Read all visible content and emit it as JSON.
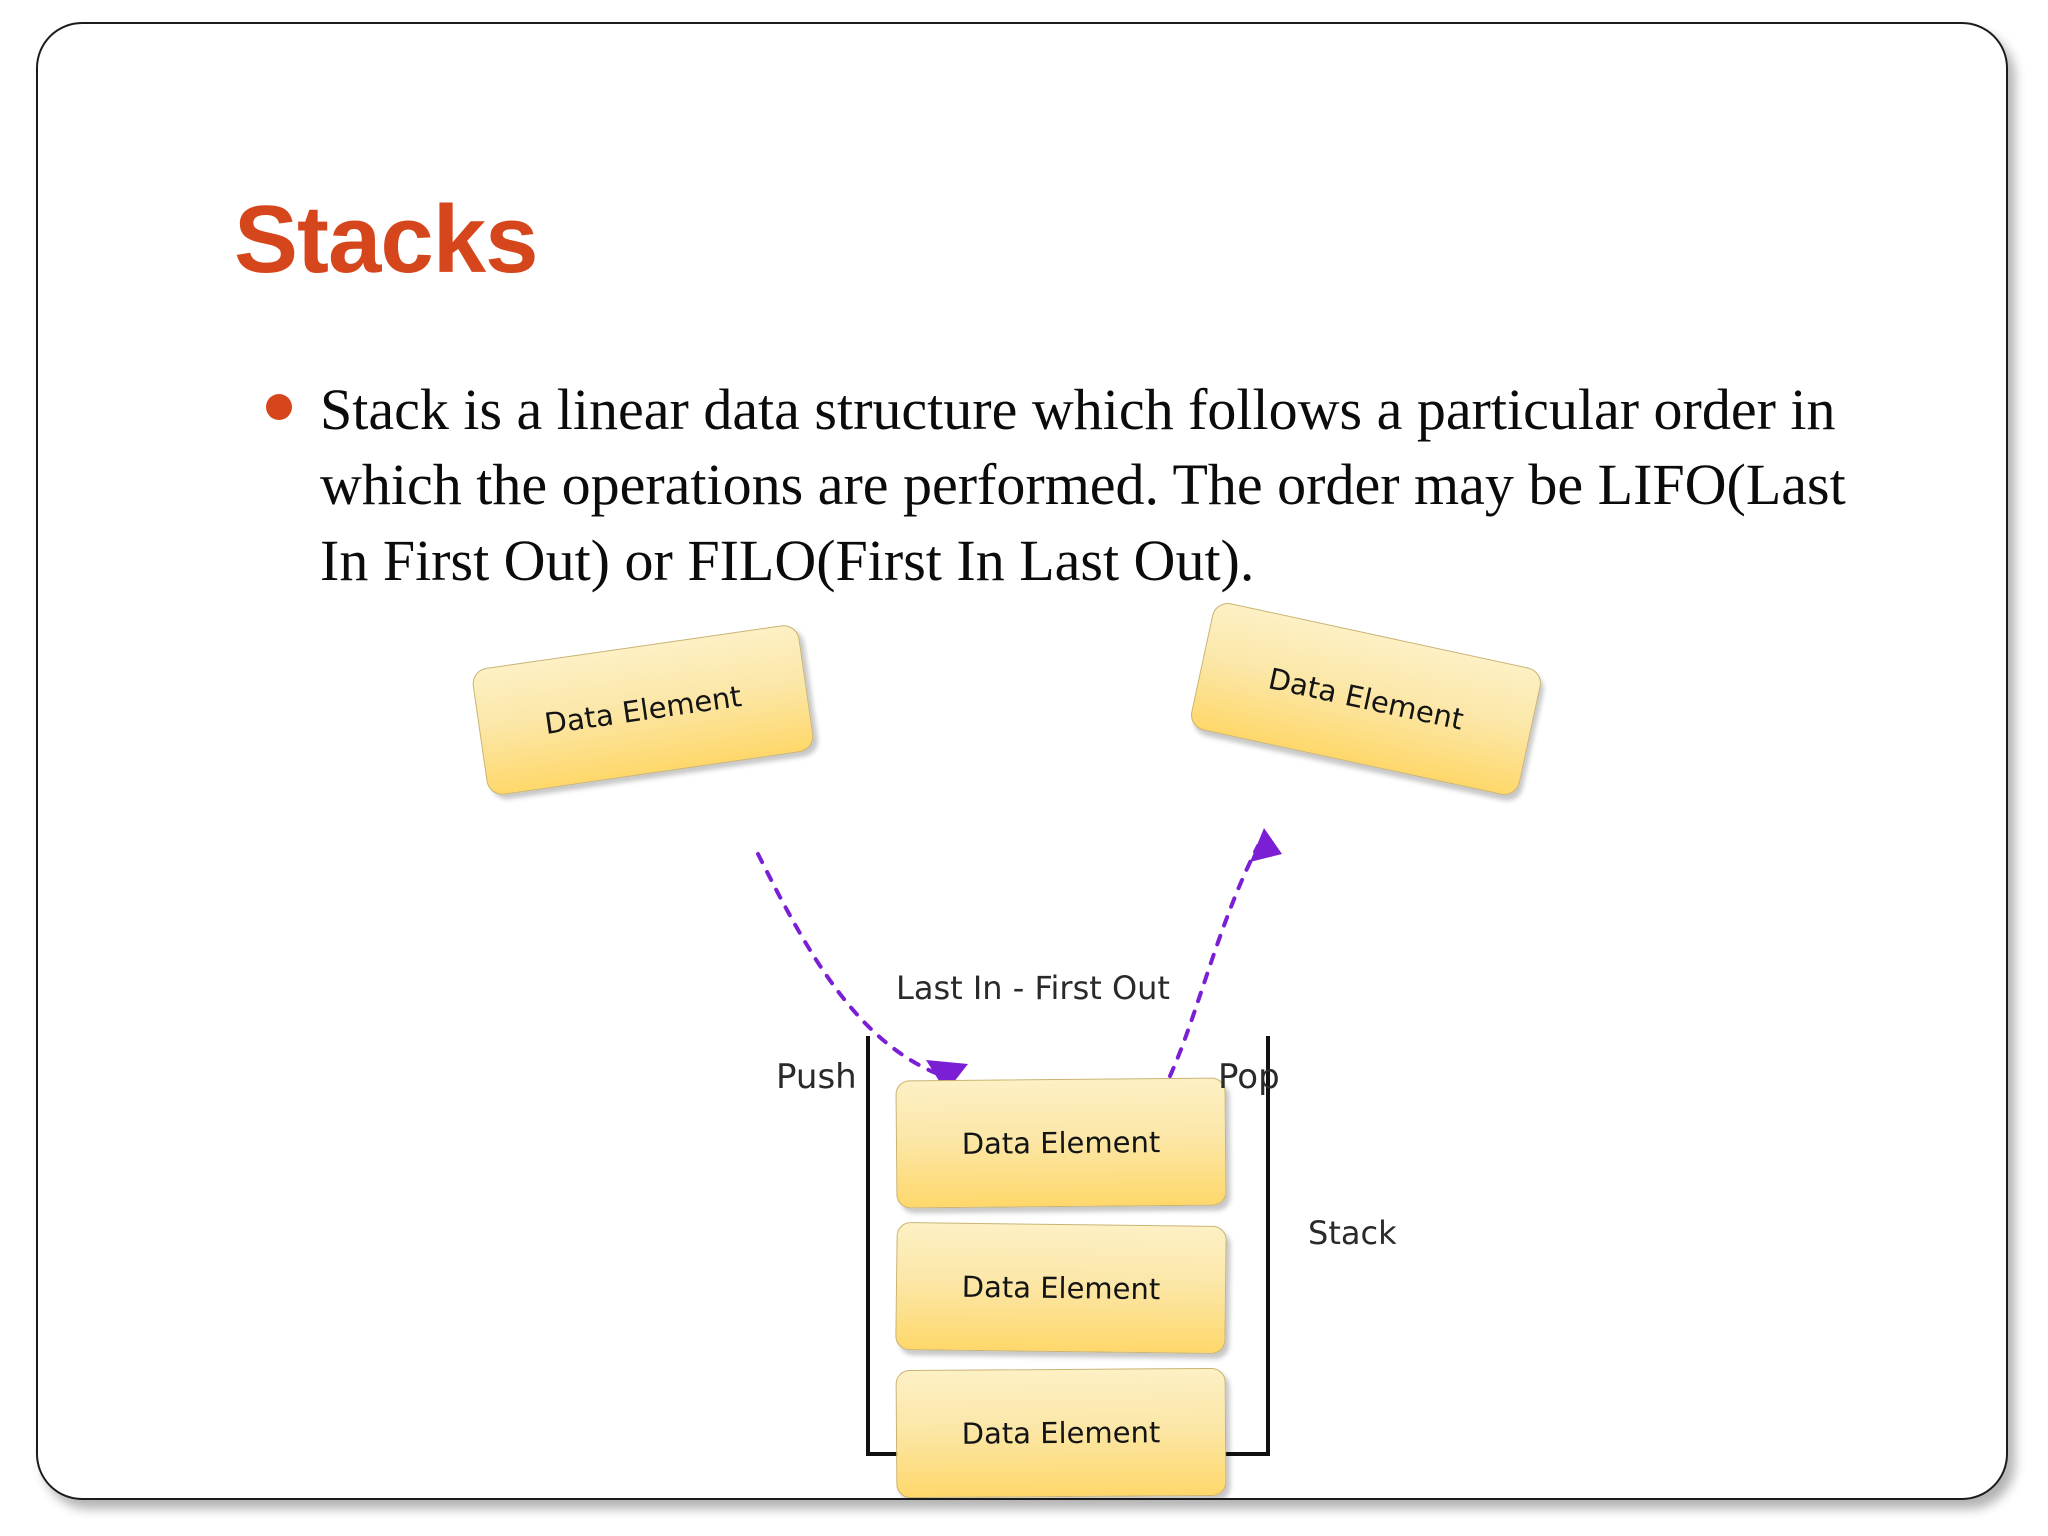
{
  "slide": {
    "title": "Stacks",
    "bullets": [
      "Stack is a linear data structure which follows a particular order in which the operations are performed. The order may be LIFO(Last In First Out) or FILO(First In Last Out)."
    ],
    "accent_color": "#D6461C",
    "text_color": "#0b0b0b",
    "background_color": "#ffffff"
  },
  "diagram": {
    "title": "Stack push/pop LIFO illustration",
    "caption_lifo": "Last In - First Out",
    "label_push": "Push",
    "label_pop": "Pop",
    "label_stack": "Stack",
    "incoming_element": "Data Element",
    "outgoing_element": "Data Element",
    "stack_items": [
      "Data Element",
      "Data Element",
      "Data Element"
    ],
    "arrow_color": "#7B1FD4",
    "box_fill_top": "#fdf0c4",
    "box_fill_bottom": "#ffd86b",
    "box_border": "#c9b36f",
    "container_border": "#111111"
  }
}
